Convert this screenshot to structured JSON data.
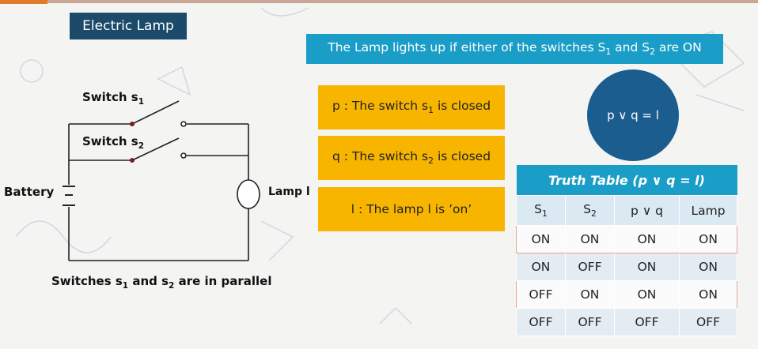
{
  "title": "Electric Lamp",
  "statement": {
    "before": "The Lamp lights up if either of the switches S",
    "s1": "1",
    "mid": " and S",
    "s2": "2",
    "after": " are ON"
  },
  "propositions": [
    {
      "pre": "p : The switch s",
      "sub": "1",
      "post": " is closed"
    },
    {
      "pre": "q : The switch s",
      "sub": "2",
      "post": " is closed"
    },
    {
      "pre": "l : The lamp l is ’on’",
      "sub": "",
      "post": ""
    }
  ],
  "circle_label": "p ∨ q = l",
  "circuit": {
    "switch1": {
      "pre": "Switch s",
      "sub": "1"
    },
    "switch2": {
      "pre": "Switch s",
      "sub": "2"
    },
    "battery": "Battery",
    "lamp": "Lamp l",
    "caption": {
      "pre": "Switches s",
      "s1": "1",
      "mid": " and s",
      "s2": "2",
      "post": " are in parallel"
    }
  },
  "truth_table": {
    "title": "Truth Table (p ∨ q = l)",
    "headers": [
      {
        "pre": "S",
        "sub": "1"
      },
      {
        "pre": "S",
        "sub": "2"
      },
      {
        "pre": "p ∨ q",
        "sub": ""
      },
      {
        "pre": "Lamp",
        "sub": ""
      }
    ],
    "rows": [
      [
        "ON",
        "ON",
        "ON",
        "ON"
      ],
      [
        "ON",
        "OFF",
        "ON",
        "ON"
      ],
      [
        "OFF",
        "ON",
        "ON",
        "ON"
      ],
      [
        "OFF",
        "OFF",
        "OFF",
        "OFF"
      ]
    ]
  },
  "colors": {
    "title_bg": "#1c4a6a",
    "statement_bg": "#1a9dc7",
    "proposition_bg": "#f7b500",
    "circle_bg": "#1b5d8f",
    "table_header_bg": "#1a9dc7"
  }
}
